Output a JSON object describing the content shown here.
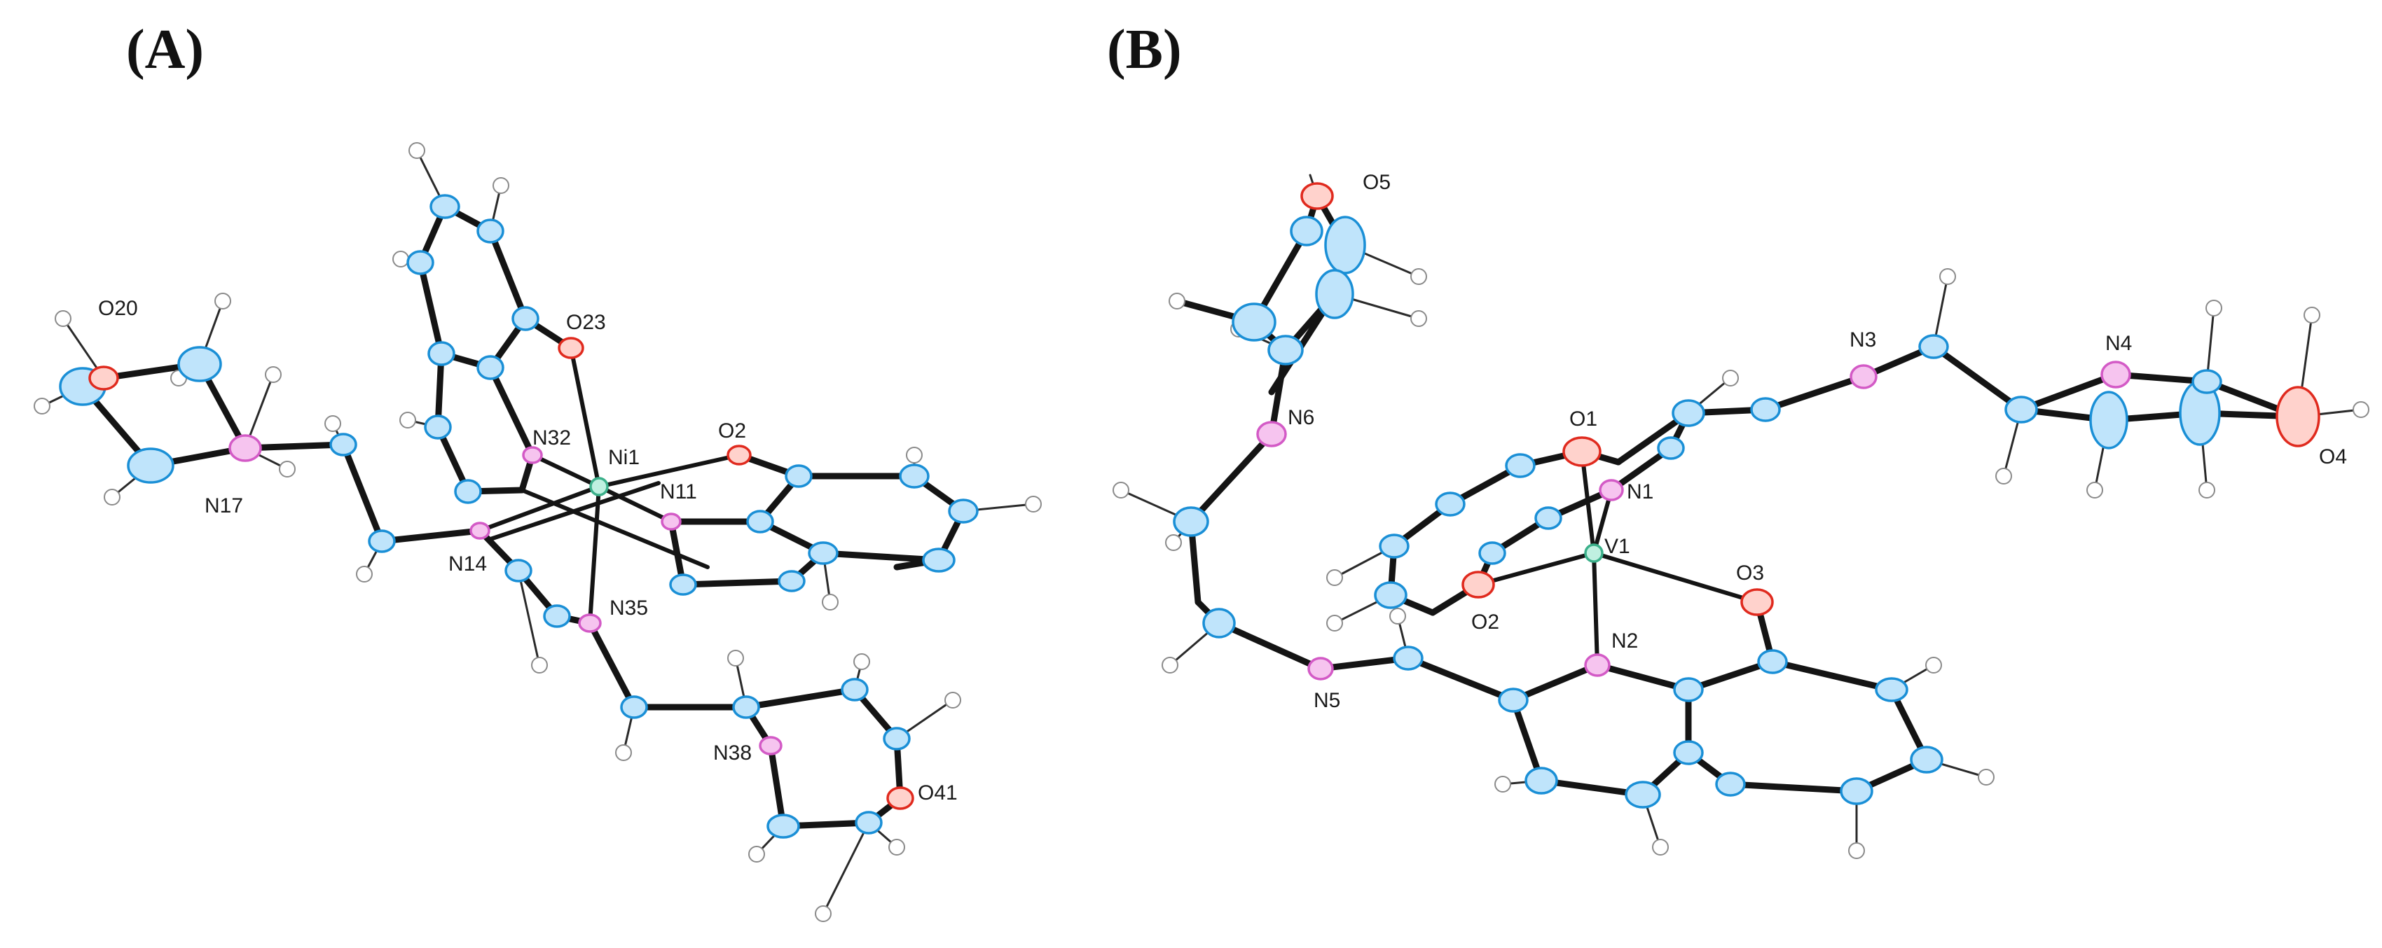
{
  "panels": [
    {
      "label": "(A)",
      "metal": "Ni1",
      "atom_labels": [
        "O20",
        "N17",
        "O23",
        "N32",
        "Ni1",
        "O2",
        "N11",
        "N14",
        "N35",
        "N38",
        "O41"
      ]
    },
    {
      "label": "(B)",
      "metal": "V1",
      "atom_labels": [
        "O5",
        "N3",
        "N4",
        "N6",
        "O1",
        "N1",
        "O4",
        "V1",
        "O3",
        "O2",
        "N2",
        "N5"
      ]
    }
  ],
  "colors": {
    "carbon": "#1a8fd6",
    "nitrogen": "#d35ac6",
    "oxygen": "#e02a1e",
    "metal": "#3bb08a",
    "hydrogen": "#8a8a8a",
    "bond": "#141414"
  }
}
